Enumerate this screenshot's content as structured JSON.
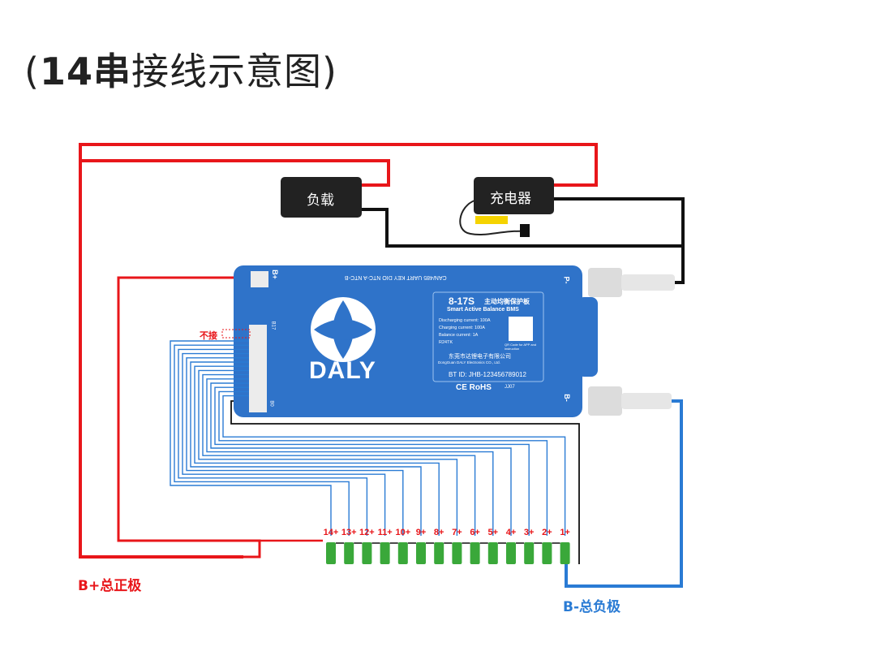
{
  "title": {
    "paren_open": "(",
    "number": "14串",
    "text": "接线示意图",
    "paren_close": ")"
  },
  "load_label": "负载",
  "charger_label": "充电器",
  "b_plus_total": "B+总正极",
  "b_minus_total": "B-总负极",
  "not_connected": "不接",
  "bms": {
    "model": "8-17S",
    "model_cn": "主动均衡保护板",
    "model_en": "Smart Active Balance BMS",
    "spec1": "Discharging current: 100A",
    "spec2": "Charging current: 100A",
    "spec3": "Balance current: 1A",
    "spec4": "R24TK",
    "qr_note": "QR Code for APP and instruction",
    "company_cn": "东莞市达锂电子有限公司",
    "company_en": "DongGuan DALY Electronics CO., Ltd.",
    "bt_id": "BT ID: JHB-123456789012",
    "cert": "CE  RoHS",
    "code": "JJ07",
    "brand": "DALY",
    "ports": "CAN/485  UART   KEY   DIO  NTC-A  NTC-B",
    "port_bplus": "B+",
    "port_pminus": "P-",
    "port_bminus": "B-",
    "conn_b17": "B17",
    "conn_b0": "B0"
  },
  "cell_labels": [
    "14+",
    "13+",
    "12+",
    "11+",
    "10+",
    "9+",
    "8+",
    "7+",
    "6+",
    "5+",
    "4+",
    "3+",
    "2+",
    "1+"
  ],
  "colors": {
    "red": "#e8161a",
    "blue": "#2a7bd4",
    "bms_blue": "#2f73c9",
    "black": "#111111",
    "cell_green": "#3aa83a"
  }
}
